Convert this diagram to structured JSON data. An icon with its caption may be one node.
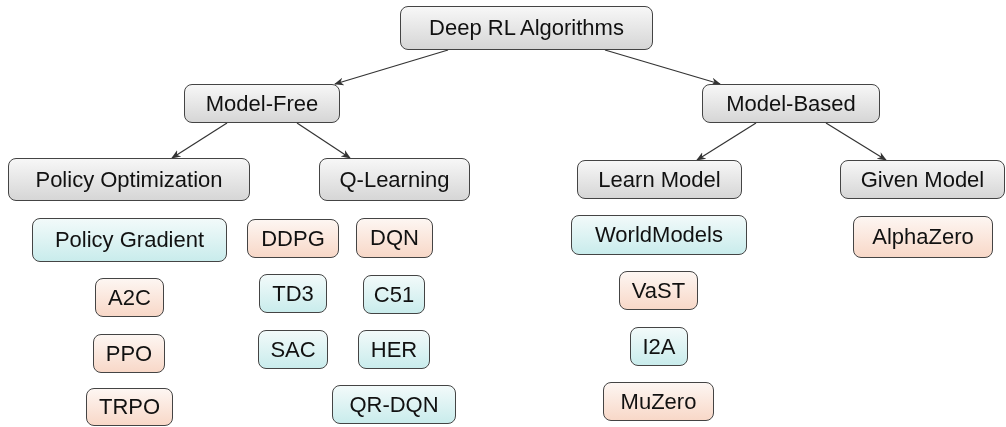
{
  "diagram": {
    "nodes": [
      {
        "text": [
          "Deep RL Algorithms"
        ]
      },
      {
        "text": [
          "Model-Free"
        ]
      },
      {
        "text": [
          "Model-Based"
        ]
      },
      {
        "text": [
          "Policy Optimization"
        ]
      },
      {
        "text": [
          "Q-Learning"
        ]
      },
      {
        "text": [
          "Learn Model"
        ]
      },
      {
        "text": [
          "Given Model"
        ]
      },
      {
        "text": [
          "Policy Gradient"
        ]
      },
      {
        "text": [
          "DDPG"
        ]
      },
      {
        "text": [
          "DQN"
        ]
      },
      {
        "text": [
          "WorldModels"
        ]
      },
      {
        "text": [
          "AlphaZero"
        ]
      },
      {
        "text": [
          "A2C"
        ]
      },
      {
        "text": [
          "TD3"
        ]
      },
      {
        "text": [
          "C51"
        ]
      },
      {
        "text": [
          "VaST"
        ]
      },
      {
        "text": [
          "PPO"
        ]
      },
      {
        "text": [
          "SAC"
        ]
      },
      {
        "text": [
          "HER"
        ]
      },
      {
        "text": [
          "I2A"
        ]
      },
      {
        "text": [
          "TRPO"
        ]
      },
      {
        "text": [
          "QR-DQN"
        ]
      },
      {
        "text": [
          "MuZero"
        ]
      }
    ],
    "edges": [
      {
        "from": 0,
        "to": 1,
        "arrow": "to"
      },
      {
        "from": 0,
        "to": 2,
        "arrow": "to"
      },
      {
        "from": 1,
        "to": 3,
        "arrow": "to"
      },
      {
        "from": 1,
        "to": 4,
        "arrow": "to"
      },
      {
        "from": 2,
        "to": 5,
        "arrow": "to"
      },
      {
        "from": 2,
        "to": 6,
        "arrow": "to"
      }
    ]
  }
}
